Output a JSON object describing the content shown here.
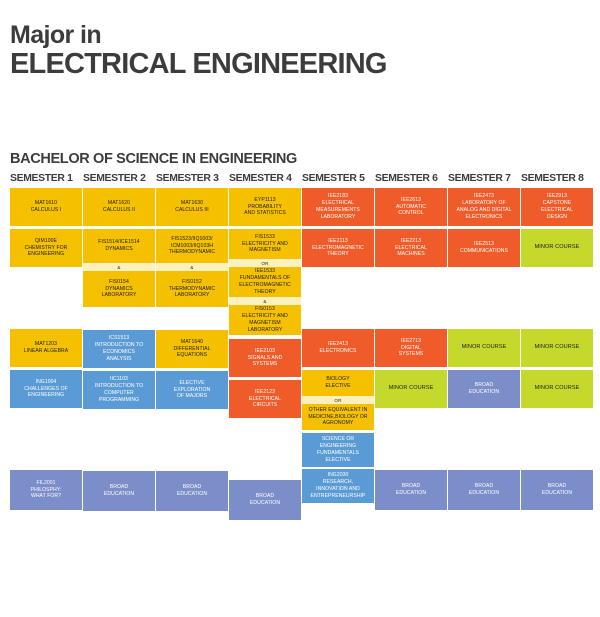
{
  "header": {
    "line1": "Major in",
    "line2": "ELECTRICAL ENGINEERING"
  },
  "degree_title": "BACHELOR OF SCIENCE IN ENGINEERING",
  "colors": {
    "gold": "#F5C000",
    "orange": "#EF5B29",
    "blue": "#5B9BD5",
    "green": "#C5D92D",
    "violet": "#7B8ECA",
    "operator_strip": "#FDF0BF",
    "text_dark": "#3C3C3B"
  },
  "operators": {
    "and": "&",
    "or": "OR"
  },
  "semesters": [
    {
      "label": "SEMESTER 1"
    },
    {
      "label": "SEMESTER 2"
    },
    {
      "label": "SEMESTER 3"
    },
    {
      "label": "SEMESTER 4"
    },
    {
      "label": "SEMESTER 5"
    },
    {
      "label": "SEMESTER 6"
    },
    {
      "label": "SEMESTER 7"
    },
    {
      "label": "SEMESTER 8"
    }
  ],
  "courses": {
    "s1r1": "MAT1610\nCALCULUS I",
    "s1r2": "QIM100E\nCHEMISTRY FOR\nENGINEERING",
    "s1r3": "MAT1203\nLINEAR ALGEBRA",
    "s1r4": "ING1004\nCHALLENGES OF\nENGINEERING",
    "s1r5": "FIL2001\nPHILOSPHY:\nWHAT FOR?",
    "s2r1": "MAT1620\nCALCULUS II",
    "s2r2a": "FIS1514/ICE1514\nDYNAMICS",
    "s2r2b": "FIS0154\nDYNAMICS\nLABORATORY",
    "s2r3": "ICS1513\nINTRODUCTION TO\nECONOMICS\nANALYSIS",
    "s2r4": "IIC1103\nINTRODUCTION TO\nCOMPUTER\nPROGRAMMING",
    "s2r5": "BROAD\nEDUCATION",
    "s3r1": "MAT1630\nCALCULUS III",
    "s3r2a": "FIS1523/IIQ1003/\nICM1003/IIQ103H\nTHERMODYNAMIC",
    "s3r2b": "FIS0152\nTHERMODYNAMIC\nLABORATORY",
    "s3r3": "MAT1640\nDIFFERENTIAL\nEQUATIONS",
    "s3r4": "ELECTIVE\nEXPLORATION\nOF MAJORS",
    "s3r5": "BROAD\nEDUCATION",
    "s4r1": "EYP1113\nPROBABILITY\nAND STATISTICS",
    "s4r2a": "FIS1533\nELECTRICITY AND\nMAGNETISM",
    "s4r2b": "IEE1533\nFUNDAMENTALS OF\nELECTROMAGNETIC\nTHEORY",
    "s4r2c": "FIS0153\nELECTRICITY AND\nMAGNETISM\nLABORATORY",
    "s4r3": "IEE2103\nSIGNALS AND\nSYSTEMS",
    "s4r4": "IEE2123\nELECTRICAL\nCIRCUITS",
    "s4r5": "BROAD\nEDUCATION",
    "s5r1": "IEE2183\nELECTRICAL\nMEASUREMENTS\nLABORATORY",
    "s5r2": "IEE2113\nELECTROMAGNETIC\nTHEORY",
    "s5r3": "IEE2413\nELECTRONICS",
    "s5r4a": "BIOLOGY\nELECTIVE",
    "s5r4b": "OTHER EQUIVALENT IN\nMEDICINE,BIOLOGY OR\nAGRONOMY",
    "s5r5a": "SCIENCE OR\nENGINEERING\nFUNDAMENTALS\nELECTIVE",
    "s5r5b": "ING2030\nRESEARCH,\nINNOVATION AND\nENTREPRENEURSHIP",
    "s6r1": "IEE2613\nAUTOMATIC\nCONTROL",
    "s6r2": "IEE2213\nELECTRICAL\nMACHINES",
    "s6r3": "IEE2713\nDIGITAL\nSYSTEMS",
    "s6r4": "MINOR COURSE",
    "s6r5": "BROAD\nEDUCATION",
    "s7r1": "IEE2473\nLABORATORY OF\nANALOG AND DIGITAL\nELECTRONICS",
    "s7r2": "IEE2513\nCOMMUNICATIONS",
    "s7r3": "MINOR COURSE",
    "s7r4": "BROAD\nEDUCATION",
    "s7r5": "BROAD\nEDUCATION",
    "s8r1": "IEE2913\nCAPSTONE\nELECTRICAL\nDESIGN",
    "s8r2": "MINOR COURSE",
    "s8r3": "MINOR COURSE",
    "s8r4": "MINOR COURSE",
    "s8r5": "BROAD\nEDUCATION"
  }
}
